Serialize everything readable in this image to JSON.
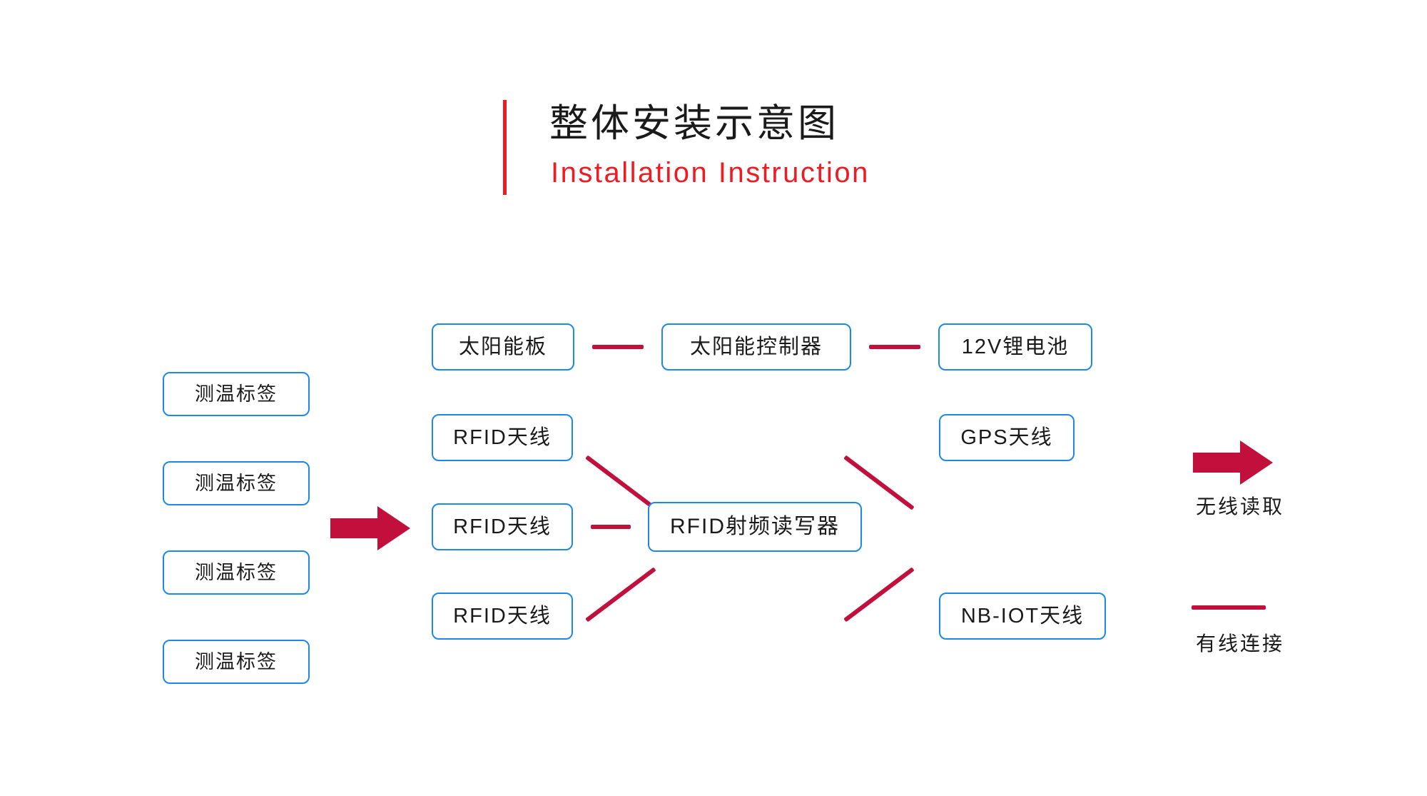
{
  "title": {
    "main": "整体安装示意图",
    "sub": "Installation Instruction",
    "accent_color": "#ee1b22"
  },
  "colors": {
    "box_border": "#1e88e8",
    "wire": "#c2103c",
    "arrow": "#c2103c",
    "text": "#1a1a1a",
    "background": "#ffffff"
  },
  "diagram": {
    "tags": [
      {
        "label": "测温标签"
      },
      {
        "label": "测温标签"
      },
      {
        "label": "测温标签"
      },
      {
        "label": "测温标签"
      }
    ],
    "power_chain": [
      {
        "label": "太阳能板"
      },
      {
        "label": "太阳能控制器"
      },
      {
        "label": "12V锂电池"
      }
    ],
    "antennas_left": [
      {
        "label": "RFID天线"
      },
      {
        "label": "RFID天线"
      },
      {
        "label": "RFID天线"
      }
    ],
    "reader": {
      "label": "RFID射频读写器"
    },
    "antennas_right": [
      {
        "label": "GPS天线"
      },
      {
        "label": "NB-IOT天线"
      }
    ]
  },
  "legend": {
    "wireless": {
      "label": "无线读取",
      "icon": "right-arrow-icon"
    },
    "wired": {
      "label": "有线连接",
      "icon": "horizontal-line-icon"
    }
  }
}
